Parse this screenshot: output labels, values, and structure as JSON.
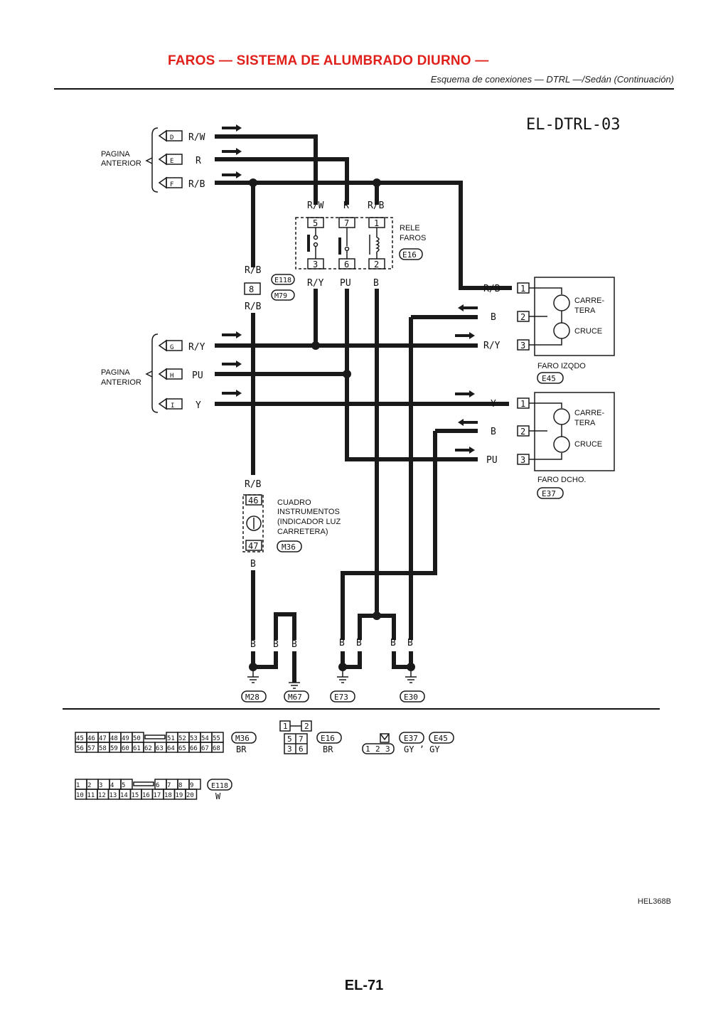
{
  "header": {
    "title": "FAROS — SISTEMA DE ALUMBRADO DIURNO —",
    "subtitle": "Esquema de conexiones — DTRL —/Sedán (Continuación)"
  },
  "diagram": {
    "id": "EL-DTRL-03",
    "prev_page_label_1": [
      "PAGINA",
      "ANTERIOR"
    ],
    "prev_page_label_2": [
      "PAGINA",
      "ANTERIOR"
    ],
    "connectors_top": [
      {
        "letter": "D",
        "wire": "R/W"
      },
      {
        "letter": "E",
        "wire": "R"
      },
      {
        "letter": "F",
        "wire": "R/B"
      }
    ],
    "connectors_mid": [
      {
        "letter": "G",
        "wire": "R/Y"
      },
      {
        "letter": "H",
        "wire": "PU"
      },
      {
        "letter": "I",
        "wire": "Y"
      }
    ],
    "relay": {
      "label": [
        "RELE",
        "FAROS"
      ],
      "connector": "E16",
      "top_wires": [
        "R/W",
        "R",
        "R/B"
      ],
      "top_pins": [
        "5",
        "7",
        "1"
      ],
      "bottom_pins": [
        "3",
        "6",
        "2"
      ],
      "bottom_wires": [
        "R/Y",
        "PU",
        "B"
      ]
    },
    "joint": {
      "wire_top": "R/B",
      "pin": "8",
      "wire_bottom": "R/B",
      "connectors": [
        "E118",
        "M79"
      ]
    },
    "faro_izqdo": {
      "name": "FARO IZQDO",
      "connector": "E45",
      "pins": [
        {
          "wire": "R/B",
          "pin": "1"
        },
        {
          "wire": "B",
          "pin": "2"
        },
        {
          "wire": "R/Y",
          "pin": "3"
        }
      ],
      "lamps": [
        "CARRE-",
        "TERA",
        "CRUCE"
      ]
    },
    "faro_dcho": {
      "name": "FARO DCHO.",
      "connector": "E37",
      "pins": [
        {
          "wire": "Y",
          "pin": "1"
        },
        {
          "wire": "B",
          "pin": "2"
        },
        {
          "wire": "PU",
          "pin": "3"
        }
      ],
      "lamps": [
        "CARRE-",
        "TERA",
        "CRUCE"
      ]
    },
    "cluster": {
      "wire_top": "R/B",
      "pin_top": "46",
      "pin_bottom": "47",
      "wire_bottom": "B",
      "label": [
        "CUADRO",
        "INSTRUMENTOS",
        "(INDICADOR LUZ",
        "CARRETERA)"
      ],
      "connector": "M36"
    },
    "ground_wires": [
      "B",
      "B",
      "B",
      "B",
      "B",
      "B",
      "B"
    ],
    "grounds": [
      "M28",
      "M67",
      "E73",
      "E30"
    ]
  },
  "connector_views": {
    "m36": {
      "row1": [
        "45",
        "46",
        "47",
        "48",
        "49",
        "50",
        "51",
        "52",
        "53",
        "54",
        "55"
      ],
      "row2": [
        "56",
        "57",
        "58",
        "59",
        "60",
        "61",
        "62",
        "63",
        "64",
        "65",
        "66",
        "67",
        "68"
      ],
      "id": "M36",
      "color": "BR"
    },
    "e16": {
      "row0": [
        "1",
        "2"
      ],
      "row1": [
        "5",
        "7"
      ],
      "row2": [
        "3",
        "6"
      ],
      "id": "E16",
      "color": "BR"
    },
    "e37e45": {
      "pins": [
        "1",
        "2",
        "3"
      ],
      "ids": [
        "E37",
        "E45"
      ],
      "colors": "GY ’ GY"
    },
    "e118": {
      "row1": [
        "1",
        "2",
        "3",
        "4",
        "5",
        "6",
        "7",
        "8",
        "9"
      ],
      "row2": [
        "10",
        "11",
        "12",
        "13",
        "14",
        "15",
        "16",
        "17",
        "18",
        "19",
        "20"
      ],
      "id": "E118",
      "color": "W"
    }
  },
  "footer": {
    "code": "HEL368B",
    "page": "EL-71"
  }
}
